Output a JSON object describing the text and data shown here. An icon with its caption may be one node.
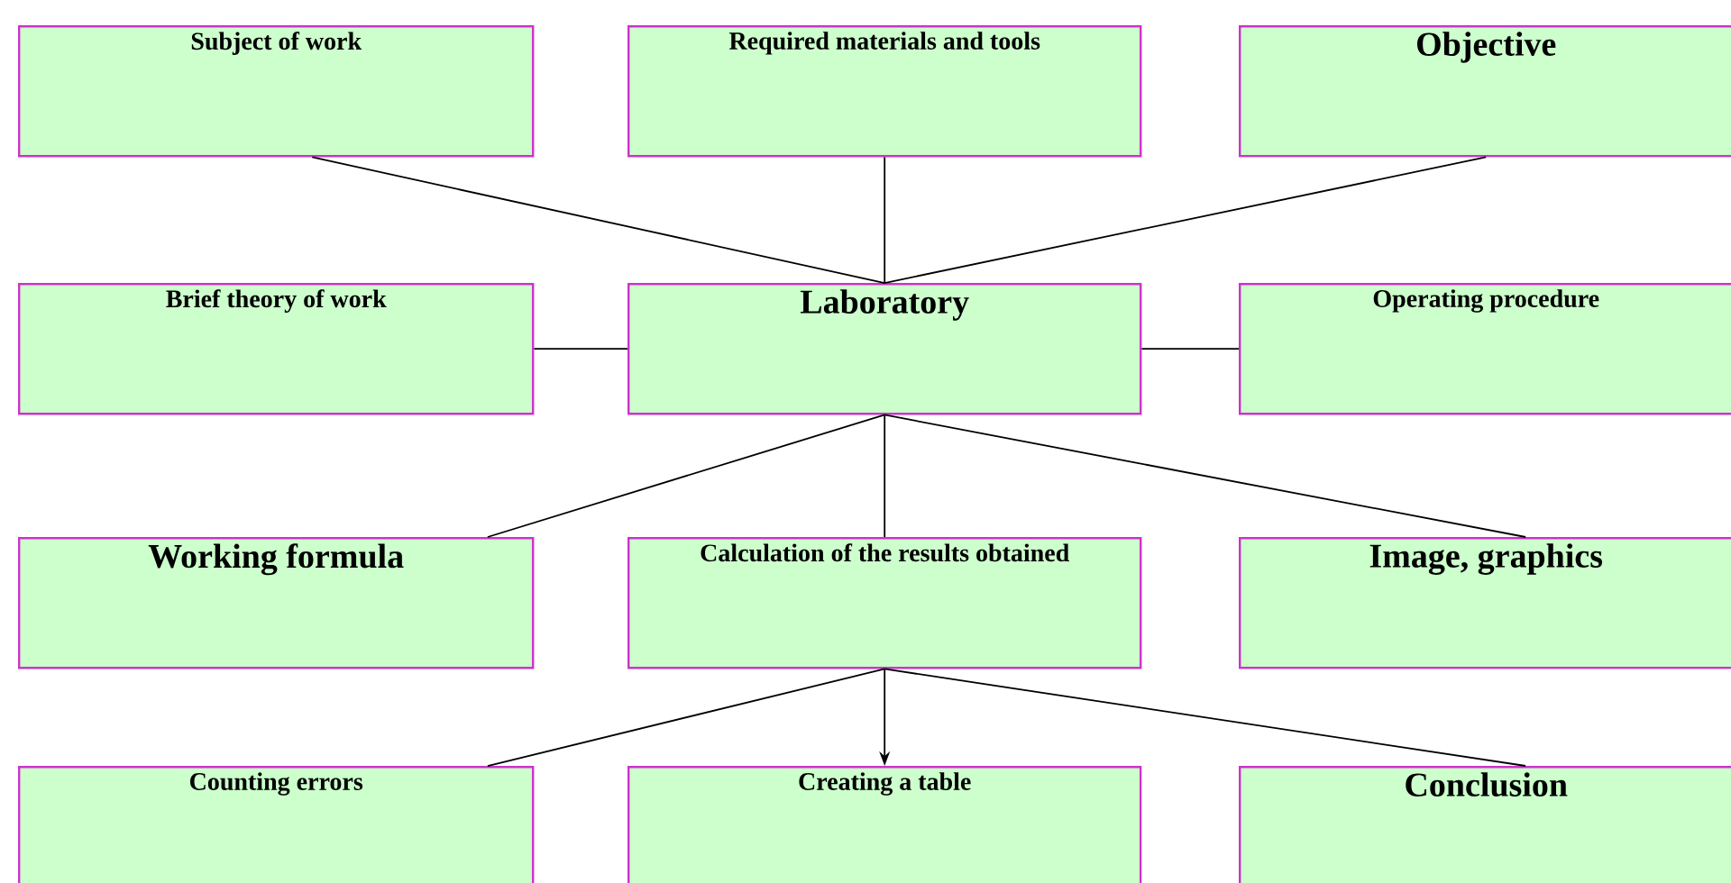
{
  "diagram": {
    "nodes": [
      {
        "text": [
          "Subject of work"
        ]
      },
      {
        "text": [
          "Required materials and tools"
        ]
      },
      {
        "text": [
          "Objective"
        ]
      },
      {
        "text": [
          "Brief theory of work"
        ]
      },
      {
        "text": [
          "Laboratory"
        ]
      },
      {
        "text": [
          "Operating procedure"
        ]
      },
      {
        "text": [
          "Working formula"
        ]
      },
      {
        "text": [
          "Calculation of the results obtained"
        ]
      },
      {
        "text": [
          "Image, graphics"
        ]
      },
      {
        "text": [
          "Counting errors"
        ]
      },
      {
        "text": [
          "Creating a table"
        ]
      },
      {
        "text": [
          "Conclusion"
        ]
      }
    ],
    "edges": [
      {
        "from": 0,
        "to": 4,
        "arrow": "none"
      },
      {
        "from": 1,
        "to": 4,
        "arrow": "none"
      },
      {
        "from": 2,
        "to": 4,
        "arrow": "none"
      },
      {
        "from": 3,
        "to": 4,
        "arrow": "none"
      },
      {
        "from": 4,
        "to": 5,
        "arrow": "none"
      },
      {
        "from": 4,
        "to": 6,
        "arrow": "none"
      },
      {
        "from": 4,
        "to": 7,
        "arrow": "none"
      },
      {
        "from": 4,
        "to": 8,
        "arrow": "none"
      },
      {
        "from": 7,
        "to": 9,
        "arrow": "none"
      },
      {
        "from": 7,
        "to": 10,
        "arrow": "to"
      },
      {
        "from": 7,
        "to": 11,
        "arrow": "none"
      }
    ]
  }
}
